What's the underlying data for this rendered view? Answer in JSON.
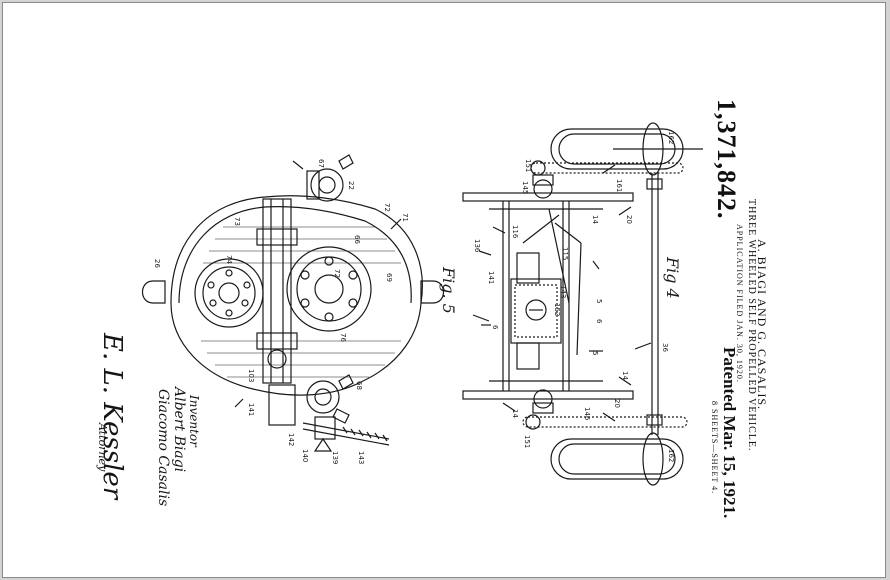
{
  "document": {
    "patent_number": "1,371,842.",
    "inventors": "A. BIAGI AND G. CASALIS.",
    "title": "THREE WHEELED SELF PROPELLED VEHICLE.",
    "application_filed": "APPLICATION FILED JAN. 30, 1920.",
    "patented_date": "Patented Mar. 15, 1921.",
    "sheets": "8 SHEETS—SHEET 4."
  },
  "figures": {
    "fig4_label": "Fig 4",
    "fig5_label": "Fig. 5",
    "fig4_refs": [
      "162",
      "151",
      "145",
      "161",
      "14",
      "20",
      "116",
      "115",
      "136",
      "141",
      "5",
      "6",
      "14",
      "143",
      "152",
      "110",
      "36",
      "25",
      "14",
      "20",
      "151",
      "146",
      "162"
    ],
    "fig5_refs": [
      "67",
      "22",
      "71",
      "72",
      "73",
      "66",
      "69",
      "70",
      "76",
      "74",
      "26",
      "103",
      "141",
      "140",
      "142",
      "143",
      "139",
      "68"
    ]
  },
  "signatures": {
    "inventor_label": "Inventor",
    "inventor_1": "Albert Biagi",
    "inventor_2": "Giacomo Casalis",
    "by": "E. L. Kessler",
    "attorney_label": "Attorney"
  }
}
